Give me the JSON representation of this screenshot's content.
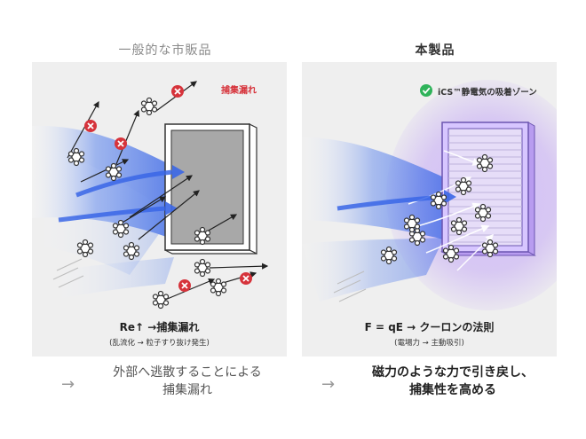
{
  "left": {
    "title": "一般的な市販品",
    "leak_label": "捕集漏れ",
    "formula": "Re↑ →捕集漏れ",
    "formula_sub": "(乱流化 → 粒子すり抜け発生)",
    "caption_arrow": "→",
    "caption_line1": "外部へ逃散することによる",
    "caption_line2": "捕集漏れ"
  },
  "right": {
    "title": "本製品",
    "ics_label": "iCS™静電気の吸着ゾーン",
    "formula": "F = qE → クーロンの法則",
    "formula_sub": "(電場力 → 主動吸引)",
    "caption_arrow": "→",
    "caption_line1": "磁力のような力で引き戻し、",
    "caption_line2": "捕集性を高める"
  },
  "colors": {
    "panel_bg": "#efefef",
    "flow_blue": "#3a66e6",
    "error_red": "#d6333b",
    "ok_green": "#2fb35a",
    "filter_glow": "#b89cf0"
  }
}
